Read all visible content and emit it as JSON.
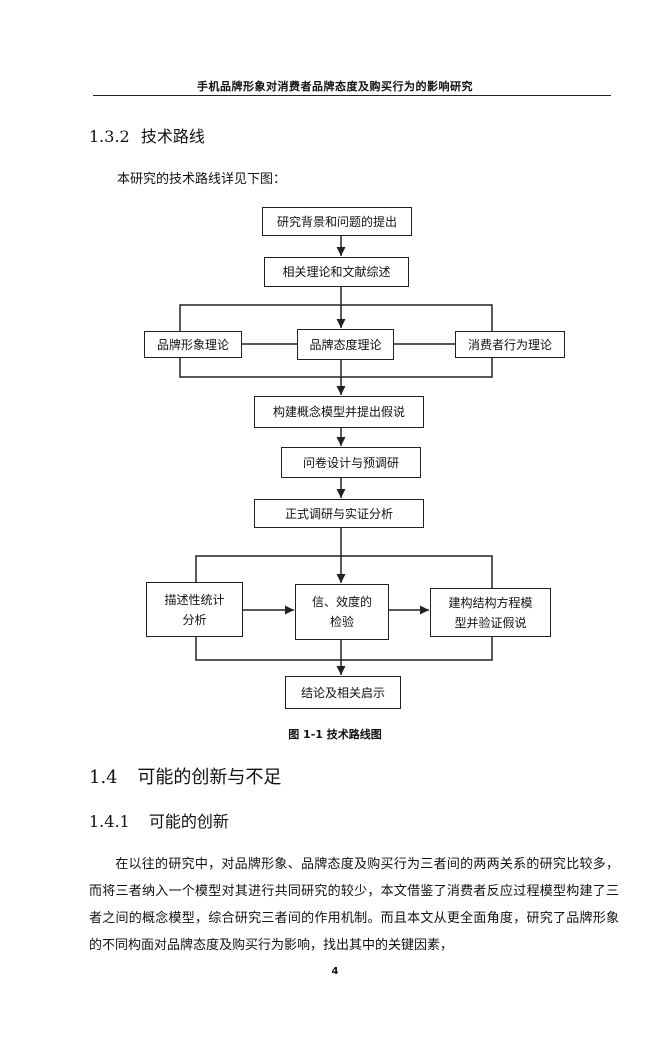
{
  "header": {
    "running_title": "手机品牌形象对消费者品牌态度及购买行为的影响研究"
  },
  "section_1_3_2": {
    "number": "1.3.2",
    "title": "技术路线",
    "intro": "本研究的技术路线详见下图："
  },
  "flowchart": {
    "nodes": {
      "background": "研究背景和问题的提出",
      "literature": "相关理论和文献综述",
      "brand_image_theory": "品牌形象理论",
      "brand_attitude_theory": "品牌态度理论",
      "consumer_behavior_theory": "消费者行为理论",
      "model": "构建概念模型并提出假说",
      "questionnaire": "问卷设计与预调研",
      "formal_survey": "正式调研与实证分析",
      "descriptive_stats": "描述性统计\n分析",
      "reliability_validity": "信、效度的\n检验",
      "sem": "建构结构方程模\n型并验证假说",
      "conclusion": "结论及相关启示"
    },
    "caption": "图 1-1  技术路线图"
  },
  "section_1_4": {
    "number": "1.4",
    "title": "可能的创新与不足"
  },
  "section_1_4_1": {
    "number": "1.4.1",
    "title": "可能的创新"
  },
  "body": {
    "paragraph": "在以往的研究中，对品牌形象、品牌态度及购买行为三者间的两两关系的研究比较多，而将三者纳入一个模型对其进行共同研究的较少，本文借鉴了消费者反应过程模型构建了三者之间的概念模型，综合研究三者间的作用机制。而且本文从更全面角度，研究了品牌形象的不同构面对品牌态度及购买行为影响，找出其中的关键因素，"
  },
  "footer": {
    "page_number": "4"
  }
}
